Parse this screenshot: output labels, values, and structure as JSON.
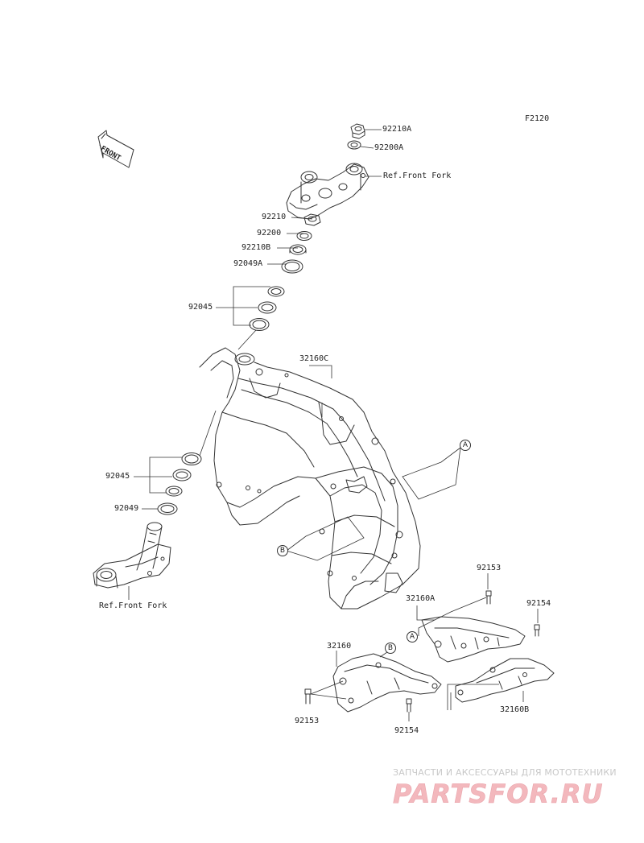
{
  "diagram_id": "F2120",
  "front_arrow_label": "FRONT",
  "colors": {
    "line": "#333333",
    "watermark": "#f3b8bd",
    "watermark_text": "#c8c8c8"
  },
  "labels": {
    "p92210A": "92210A",
    "p92200A": "92200A",
    "ref_fork_top": "Ref.Front Fork",
    "p92210": "92210",
    "p92200": "92200",
    "p92210B": "92210B",
    "p92049A": "92049A",
    "p92045_top": "92045",
    "p32160C": "32160C",
    "p92045_low": "92045",
    "p92049": "92049",
    "ref_fork_bottom": "Ref.Front Fork",
    "p92153_right": "92153",
    "p32160A": "32160A",
    "p92154_right": "92154",
    "p32160": "32160",
    "p32160B": "32160B",
    "p92153_left": "92153",
    "p92154_left": "92154"
  },
  "callouts": {
    "a": "A",
    "b": "B"
  },
  "watermark": {
    "subtitle": "ЗАПЧАСТИ И АКСЕССУАРЫ ДЛЯ МОТОТЕХНИКИ",
    "logo": "PARTSFOR.RU"
  }
}
